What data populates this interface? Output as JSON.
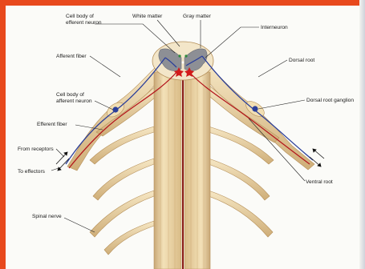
{
  "diagram": {
    "labels": {
      "cell_body_efferent_top": [
        "Cell body of",
        "efferent neuron"
      ],
      "white_matter": "White matter",
      "gray_matter": "Gray matter",
      "interneuron": "Interneuron",
      "afferent_fiber": "Afferent fiber",
      "dorsal_root": "Dorsal root",
      "cell_body_afferent": [
        "Cell body of",
        "afferent neuron"
      ],
      "dorsal_root_ganglion": "Dorsal root ganglion",
      "efferent_fiber": "Efferent fiber",
      "from_receptors": "From receptors",
      "to_effectors": "To effectors",
      "ventral_root": "Ventral root",
      "spinal_nerve": "Spinal nerve"
    },
    "colors": {
      "frame": "#e8491d",
      "nerve_tissue": "#f0dcb0",
      "nerve_shadow": "#caa46c",
      "gray_matter": "#8d8f95",
      "afferent_neuron": "#2b3f9a",
      "efferent_neuron": "#b3141b"
    }
  }
}
